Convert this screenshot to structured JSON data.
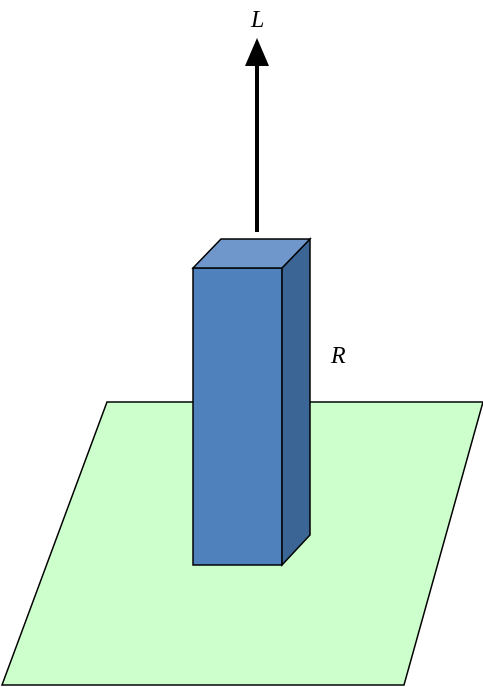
{
  "labels": {
    "arrow": "L",
    "prism": "R"
  },
  "colors": {
    "plane_fill": "#ccffcc",
    "plane_stroke": "#000000",
    "prism_front": "#4f81bd",
    "prism_side": "#3a6595",
    "prism_top": "#6f97cb",
    "arrow": "#000000"
  },
  "icons": {
    "arrow_head": "triangle-up"
  }
}
